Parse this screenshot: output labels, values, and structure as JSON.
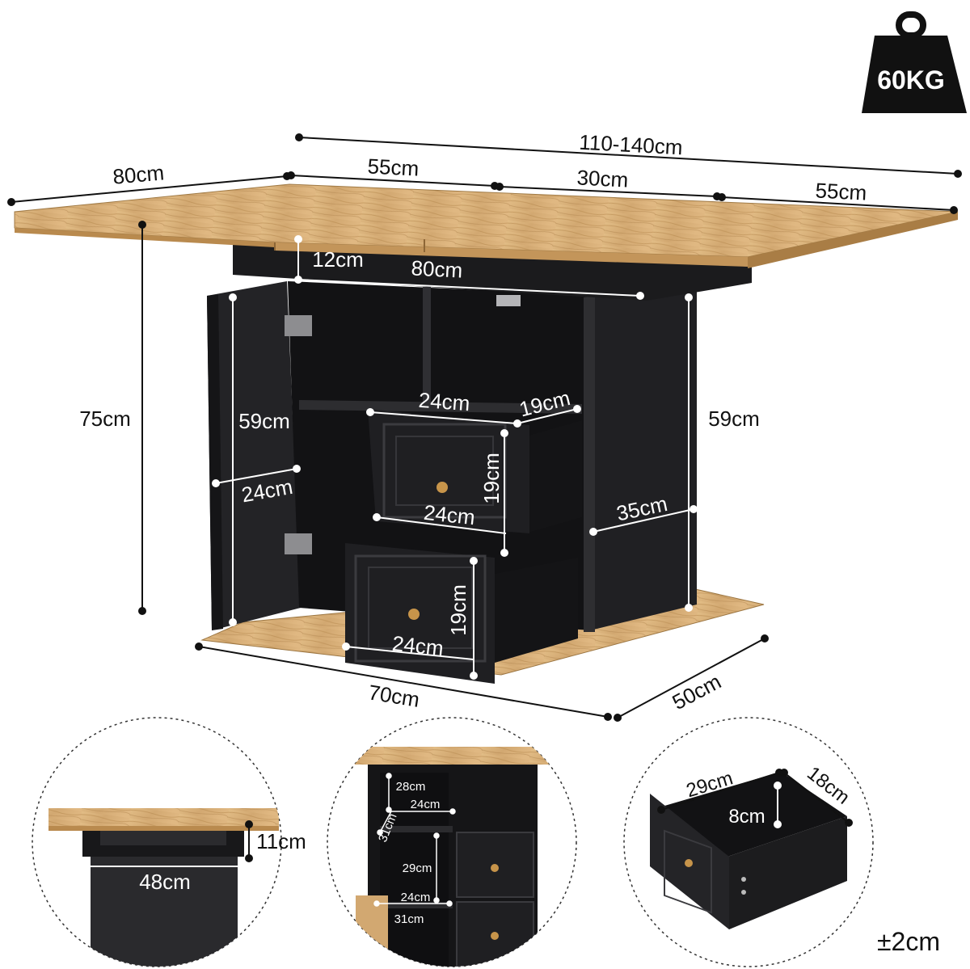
{
  "weight": {
    "label": "60KG"
  },
  "dimensions": {
    "extended_length": "110-140cm",
    "left_leaf_depth": "80cm",
    "left_segment": "55cm",
    "middle_segment": "30cm",
    "right_segment": "55cm",
    "apron_height": "12cm",
    "apron_length": "80cm",
    "total_height": "75cm",
    "cabinet_height_left": "59cm",
    "cabinet_height_right": "59cm",
    "door_width": "24cm",
    "shelf_width": "24cm",
    "shelf_depth": "19cm",
    "drawer_top_height": "19cm",
    "drawer_top_width": "24cm",
    "side_depth": "35cm",
    "drawer_bottom_height": "19cm",
    "drawer_bottom_width": "24cm",
    "base_length": "70cm",
    "base_depth": "50cm"
  },
  "detail_left": {
    "height": "11cm",
    "width": "48cm"
  },
  "detail_middle": {
    "d1": "28cm",
    "d2": "24cm",
    "d3": "31cm",
    "d4": "29cm",
    "d5": "24cm",
    "d6": "31cm"
  },
  "detail_right": {
    "width": "29cm",
    "depth": "18cm",
    "height": "8cm"
  },
  "tolerance": "±2cm",
  "colors": {
    "wood": "#d9b27a",
    "wood_dark": "#b98a4e",
    "cabinet": "#1c1c1e",
    "cabinet_mid": "#2b2b2e",
    "knob": "#c7944a"
  }
}
